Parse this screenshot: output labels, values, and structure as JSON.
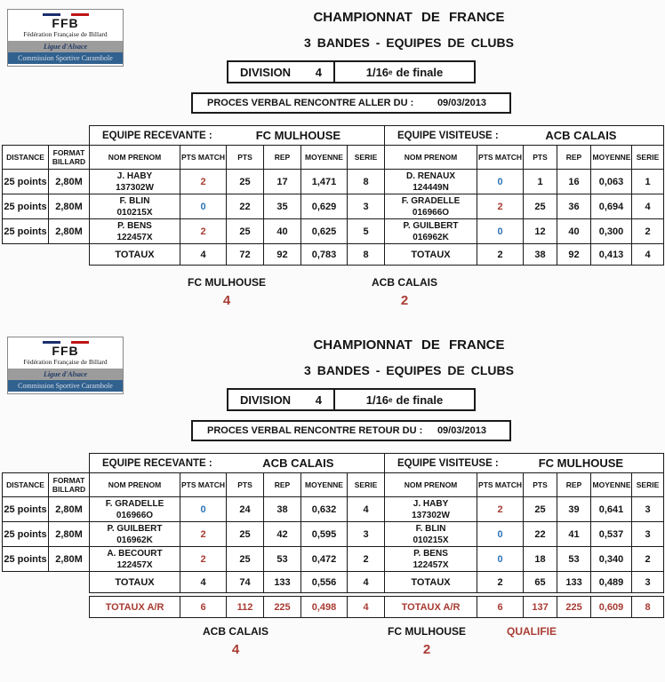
{
  "colors": {
    "red": "#a93b32",
    "blue": "#2e74b5",
    "flag_blue": "#1b2f6e",
    "flag_red": "#bf1414",
    "logo_gray_bar": "#9c9c9c",
    "logo_gray_text": "#223a66",
    "logo_blue_bar": "#31618f",
    "logo_blue_text": "#d8dee5"
  },
  "logo": {
    "abbr": "FFB",
    "federation": "Fédération Française de Billard",
    "ligue": "Ligue d'Alsace",
    "commission": "Commission Sportive Carambole"
  },
  "sections": [
    {
      "title_line1": "CHAMPIONNAT DE FRANCE",
      "title_line2": "3 BANDES - EQUIPES DE CLUBS",
      "division": {
        "label": "DIVISION",
        "value": "4",
        "round_base": "1/16",
        "round_sup": "e",
        "round_rest": "de finale"
      },
      "pv": {
        "label": "PROCES VERBAL RENCONTRE ALLER DU :",
        "date": "09/03/2013"
      },
      "table": {
        "home_label": "EQUIPE RECEVANTE :",
        "home_team": "FC MULHOUSE",
        "away_label": "EQUIPE VISITEUSE :",
        "away_team": "ACB CALAIS",
        "headers": {
          "distance": "DISTANCE",
          "format": "FORMAT BILLARD",
          "name": "NOM PRENOM",
          "pts_match": "PTS MATCH",
          "pts": "PTS",
          "rep": "REP",
          "moyenne": "MOYENNE",
          "serie": "SERIE"
        },
        "rows": [
          {
            "distance": "25 points",
            "format": "2,80M",
            "home": {
              "name": "J. HABY",
              "license": "137302W",
              "pm": "2",
              "pm_color": "#a93b32",
              "pts": "25",
              "rep": "17",
              "moy": "1,471",
              "serie": "8"
            },
            "away": {
              "name": "D. RENAUX",
              "license": "124449N",
              "pm": "0",
              "pm_color": "#2e74b5",
              "pts": "1",
              "rep": "16",
              "moy": "0,063",
              "serie": "1"
            }
          },
          {
            "distance": "25 points",
            "format": "2,80M",
            "home": {
              "name": "F. BLIN",
              "license": "010215X",
              "pm": "0",
              "pm_color": "#2e74b5",
              "pts": "22",
              "rep": "35",
              "moy": "0,629",
              "serie": "3"
            },
            "away": {
              "name": "F. GRADELLE",
              "license": "016966O",
              "pm": "2",
              "pm_color": "#a93b32",
              "pts": "25",
              "rep": "36",
              "moy": "0,694",
              "serie": "4"
            }
          },
          {
            "distance": "25 points",
            "format": "2,80M",
            "home": {
              "name": "P. BENS",
              "license": "122457X",
              "pm": "2",
              "pm_color": "#a93b32",
              "pts": "25",
              "rep": "40",
              "moy": "0,625",
              "serie": "5"
            },
            "away": {
              "name": "P. GUILBERT",
              "license": "016962K",
              "pm": "0",
              "pm_color": "#2e74b5",
              "pts": "12",
              "rep": "40",
              "moy": "0,300",
              "serie": "2"
            }
          }
        ],
        "totals_label": "TOTAUX",
        "home_totals": {
          "pm": "4",
          "pts": "72",
          "rep": "92",
          "moy": "0,783",
          "serie": "8"
        },
        "away_totals": {
          "pm": "2",
          "pts": "38",
          "rep": "92",
          "moy": "0,413",
          "serie": "4"
        }
      },
      "score": {
        "home_team": "FC MULHOUSE",
        "home_value": "4",
        "away_team": "ACB CALAIS",
        "away_value": "2"
      }
    },
    {
      "title_line1": "CHAMPIONNAT DE FRANCE",
      "title_line2": "3 BANDES - EQUIPES DE CLUBS",
      "division": {
        "label": "DIVISION",
        "value": "4",
        "round_base": "1/16",
        "round_sup": "e",
        "round_rest": "de finale"
      },
      "pv": {
        "label": "PROCES VERBAL RENCONTRE RETOUR DU :",
        "date": "09/03/2013"
      },
      "table": {
        "home_label": "EQUIPE RECEVANTE :",
        "home_team": "ACB CALAIS",
        "away_label": "EQUIPE VISITEUSE :",
        "away_team": "FC MULHOUSE",
        "headers": {
          "distance": "DISTANCE",
          "format": "FORMAT BILLARD",
          "name": "NOM PRENOM",
          "pts_match": "PTS MATCH",
          "pts": "PTS",
          "rep": "REP",
          "moyenne": "MOYENNE",
          "serie": "SERIE"
        },
        "rows": [
          {
            "distance": "25 points",
            "format": "2,80M",
            "home": {
              "name": "F. GRADELLE",
              "license": "016966O",
              "pm": "0",
              "pm_color": "#2e74b5",
              "pts": "24",
              "rep": "38",
              "moy": "0,632",
              "serie": "4"
            },
            "away": {
              "name": "J. HABY",
              "license": "137302W",
              "pm": "2",
              "pm_color": "#a93b32",
              "pts": "25",
              "rep": "39",
              "moy": "0,641",
              "serie": "3"
            }
          },
          {
            "distance": "25 points",
            "format": "2,80M",
            "home": {
              "name": "P. GUILBERT",
              "license": "016962K",
              "pm": "2",
              "pm_color": "#a93b32",
              "pts": "25",
              "rep": "42",
              "moy": "0,595",
              "serie": "3"
            },
            "away": {
              "name": "F. BLIN",
              "license": "010215X",
              "pm": "0",
              "pm_color": "#2e74b5",
              "pts": "22",
              "rep": "41",
              "moy": "0,537",
              "serie": "3"
            }
          },
          {
            "distance": "25 points",
            "format": "2,80M",
            "home": {
              "name": "A. BECOURT",
              "license": "122457X",
              "pm": "2",
              "pm_color": "#a93b32",
              "pts": "25",
              "rep": "53",
              "moy": "0,472",
              "serie": "2"
            },
            "away": {
              "name": "P. BENS",
              "license": "122457X",
              "pm": "0",
              "pm_color": "#2e74b5",
              "pts": "18",
              "rep": "53",
              "moy": "0,340",
              "serie": "2"
            }
          }
        ],
        "totals_label": "TOTAUX",
        "home_totals": {
          "pm": "4",
          "pts": "74",
          "rep": "133",
          "moy": "0,556",
          "serie": "4"
        },
        "away_totals": {
          "pm": "2",
          "pts": "65",
          "rep": "133",
          "moy": "0,489",
          "serie": "3"
        },
        "totals_ar_label": "TOTAUX A/R",
        "home_totals_ar": {
          "pm": "6",
          "pts": "112",
          "rep": "225",
          "moy": "0,498",
          "serie": "4"
        },
        "away_totals_ar": {
          "pm": "6",
          "pts": "137",
          "rep": "225",
          "moy": "0,609",
          "serie": "8"
        }
      },
      "score": {
        "home_team": "ACB CALAIS",
        "home_value": "4",
        "away_team": "FC MULHOUSE",
        "away_value": "2",
        "qualified_label": "QUALIFIE"
      }
    }
  ]
}
